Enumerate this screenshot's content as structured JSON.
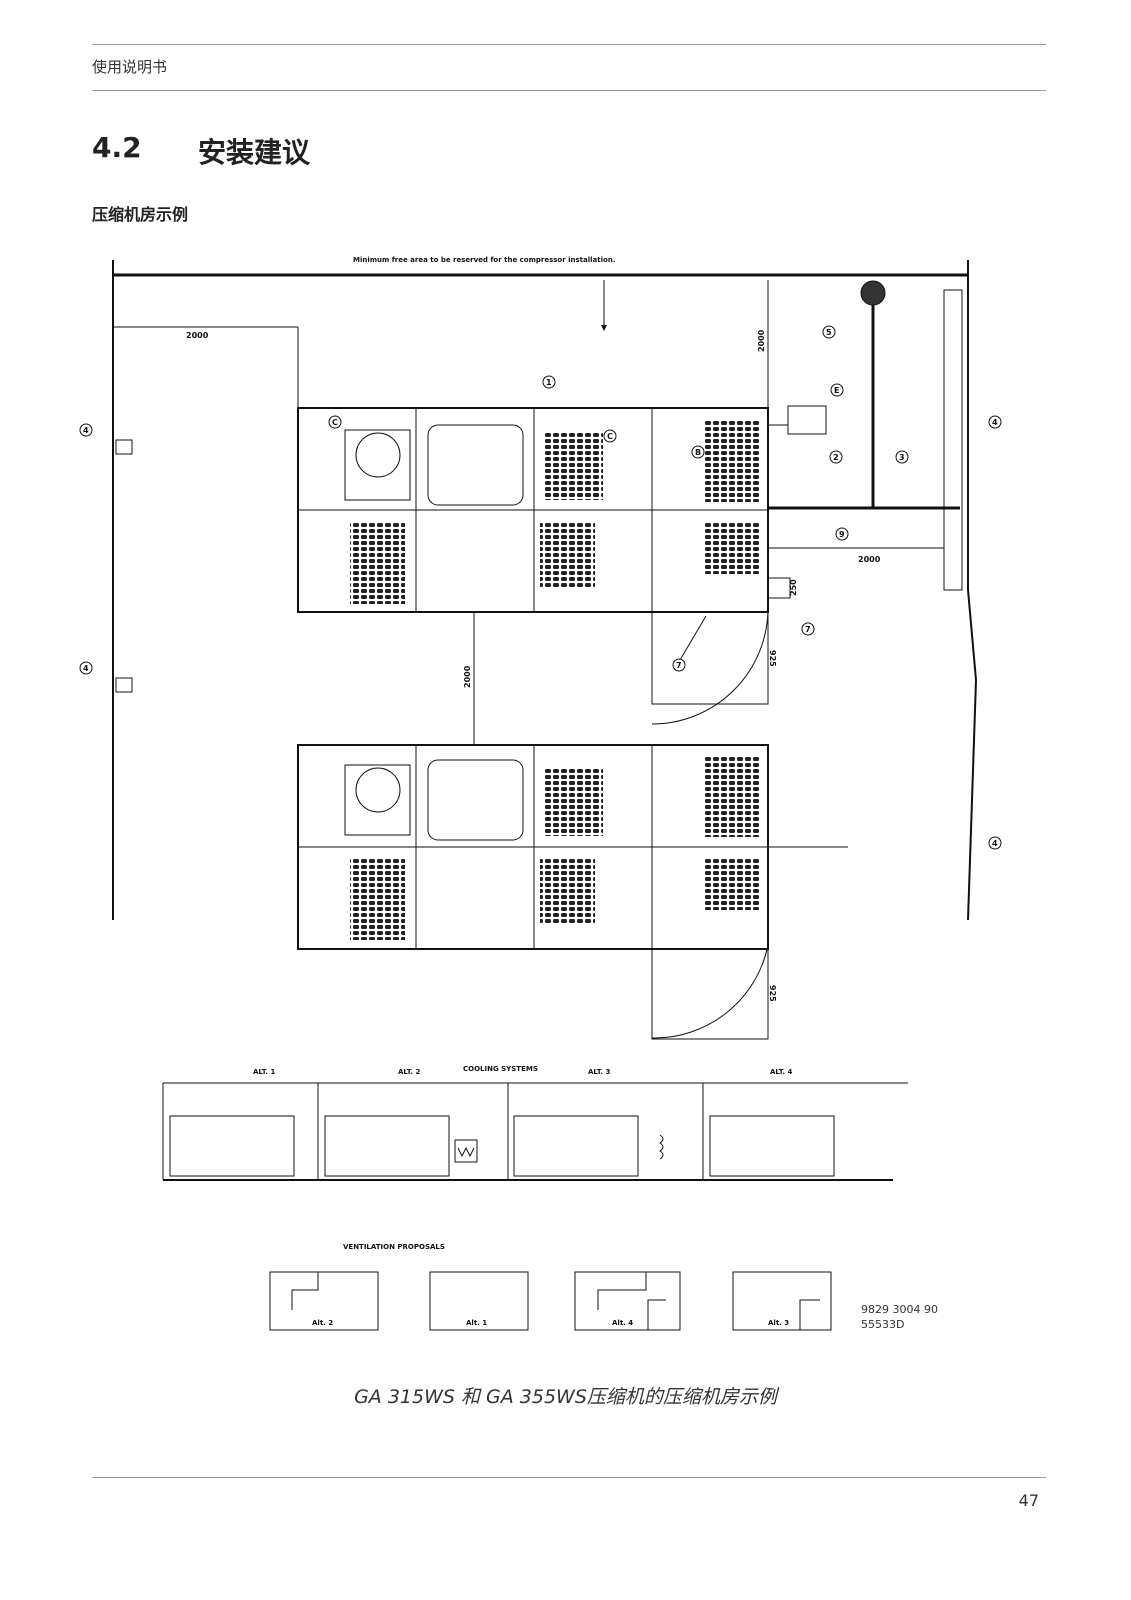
{
  "header": {
    "text": "使用说明书"
  },
  "section": {
    "number": "4.2",
    "title": "安装建议"
  },
  "subtitle": "压缩机房示例",
  "drawing": {
    "top_note": "Minimum free area to be reserved for the compressor installation.",
    "dimensions": {
      "d2000": "2000",
      "d925": "925",
      "d250": "250"
    },
    "callouts": [
      "1",
      "2",
      "3",
      "4",
      "5",
      "7",
      "9",
      "C",
      "E",
      "B"
    ],
    "cooling": {
      "title": "COOLING SYSTEMS",
      "alt1": "ALT. 1",
      "alt2": "ALT. 2",
      "alt3": "ALT. 3",
      "alt4": "ALT. 4"
    },
    "ventilation": {
      "title": "VENTILATION PROPOSALS",
      "v1": "Alt. 2",
      "v2": "Alt. 1",
      "v3": "Alt. 4",
      "v4": "Alt. 3"
    },
    "doc_code_1": "9829 3004 90",
    "doc_code_2": "55533D"
  },
  "caption": "GA 315WS 和  GA 355WS压缩机的压缩机房示例",
  "page_number": "47"
}
